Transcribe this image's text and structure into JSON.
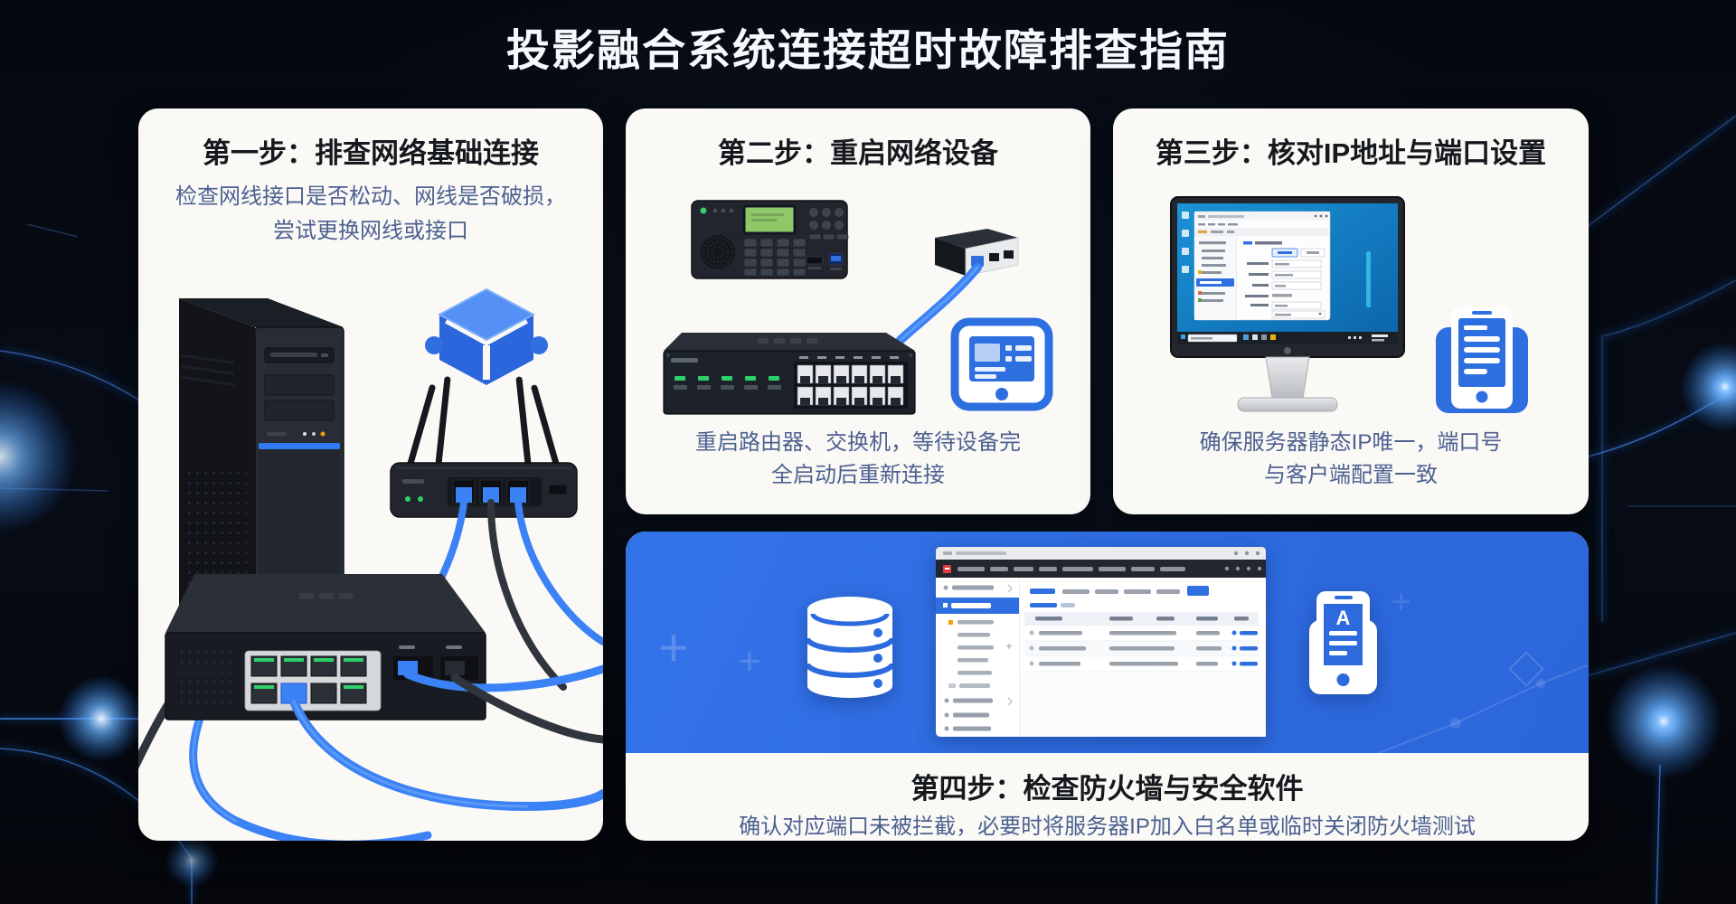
{
  "page": {
    "title": "投影融合系统连接超时故障排查指南"
  },
  "steps": [
    {
      "title": "第一步：排查网络基础连接",
      "desc_line1": "检查网线接口是否松动、网线是否破损，",
      "desc_line2": "尝试更换网线或接口"
    },
    {
      "title": "第二步：重启网络设备",
      "desc_line1": "重启路由器、交换机，等待设备完",
      "desc_line2": "全启动后重新连接"
    },
    {
      "title": "第三步：核对IP地址与端口设置",
      "desc_line1": "确保服务器静态IP唯一，端口号",
      "desc_line2": "与客户端配置一致"
    },
    {
      "title": "第四步：检查防火墙与安全软件",
      "desc_line1": "确认对应端口未被拦截，必要时将服务器IP加入白名单或临时关闭防火墙测试"
    }
  ],
  "icons": {
    "phone_a_label": "A"
  },
  "colors": {
    "accent_blue": "#2e6fe0",
    "banner_blue": "#2d6ade",
    "cable_blue": "#3b82f6",
    "card_bg": "#faf9f6",
    "title_text": "#15181d",
    "desc_text": "#4d6190",
    "device_dark": "#22252d",
    "lcd_green": "#8fc868",
    "led_green": "#2fd06b",
    "background_dark": "#05080f"
  }
}
